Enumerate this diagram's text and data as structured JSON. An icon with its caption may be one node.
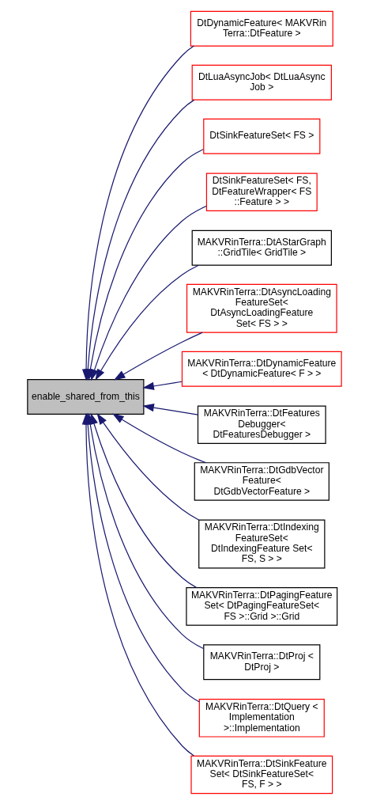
{
  "diagram": {
    "nodes": [
      {
        "text": [
          "enable_shared_from_this"
        ]
      },
      {
        "text": [
          "DtDynamicFeature< MAKVRin Terra::DtFeature >"
        ]
      },
      {
        "text": [
          "DtLuaAsyncJob< DtLuaAsync Job >"
        ]
      },
      {
        "text": [
          "DtSinkFeatureSet< FS >"
        ]
      },
      {
        "text": [
          "DtSinkFeatureSet< FS, DtFeatureWrapper< FS ::Feature > >"
        ]
      },
      {
        "text": [
          "MAKVRinTerra::DtAStarGraph ::GridTile< GridTile >"
        ]
      },
      {
        "text": [
          "MAKVRinTerra::DtAsyncLoading FeatureSet< DtAsyncLoadingFeature Set< FS > >"
        ]
      },
      {
        "text": [
          "MAKVRinTerra::DtDynamicFeature < DtDynamicFeature< F > >"
        ]
      },
      {
        "text": [
          "MAKVRinTerra::DtFeatures Debugger< DtFeaturesDebugger >"
        ]
      },
      {
        "text": [
          "MAKVRinTerra::DtGdbVector Feature< DtGdbVectorFeature >"
        ]
      },
      {
        "text": [
          "MAKVRinTerra::DtIndexing FeatureSet< DtIndexingFeature Set< FS, S > >"
        ]
      },
      {
        "text": [
          "MAKVRinTerra::DtPagingFeature Set< DtPagingFeatureSet< FS >::Grid >::Grid"
        ]
      },
      {
        "text": [
          "MAKVRinTerra::DtProj < DtProj >"
        ]
      },
      {
        "text": [
          "MAKVRinTerra::DtQuery < Implementation >::Implementation"
        ]
      },
      {
        "text": [
          "MAKVRinTerra::DtSinkFeature Set< DtSinkFeatureSet< FS, F > >"
        ]
      }
    ],
    "edges": [
      {
        "from": 1,
        "to": 0,
        "arrow": "to"
      },
      {
        "from": 2,
        "to": 0,
        "arrow": "to"
      },
      {
        "from": 3,
        "to": 0,
        "arrow": "to"
      },
      {
        "from": 4,
        "to": 0,
        "arrow": "to"
      },
      {
        "from": 5,
        "to": 0,
        "arrow": "to"
      },
      {
        "from": 6,
        "to": 0,
        "arrow": "to"
      },
      {
        "from": 7,
        "to": 0,
        "arrow": "to"
      },
      {
        "from": 8,
        "to": 0,
        "arrow": "to"
      },
      {
        "from": 9,
        "to": 0,
        "arrow": "to"
      },
      {
        "from": 10,
        "to": 0,
        "arrow": "to"
      },
      {
        "from": 11,
        "to": 0,
        "arrow": "to"
      },
      {
        "from": 12,
        "to": 0,
        "arrow": "to"
      },
      {
        "from": 13,
        "to": 0,
        "arrow": "to"
      },
      {
        "from": 14,
        "to": 0,
        "arrow": "to"
      }
    ]
  }
}
